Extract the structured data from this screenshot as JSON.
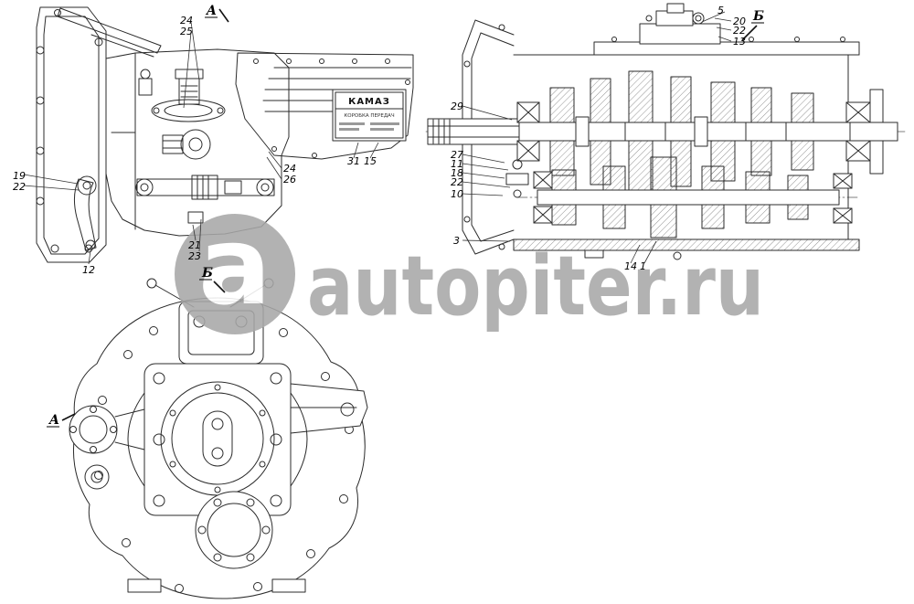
{
  "watermark": {
    "text": "autopiter.ru",
    "logo_letter": "a",
    "color": "#a8a8a8"
  },
  "side_view": {
    "section_label": "A",
    "plate": {
      "brand": "КАМАЗ",
      "caption": "КОРОБКА ПЕРЕДАЧ"
    },
    "callouts": [
      "24",
      "25",
      "24",
      "26",
      "19",
      "22",
      "12",
      "21",
      "23",
      "31",
      "15"
    ]
  },
  "section_view": {
    "section_label": "Б",
    "callouts": [
      "5",
      "20",
      "22",
      "13",
      "29",
      "27",
      "11",
      "18",
      "22",
      "10",
      "3",
      "14",
      "1"
    ]
  },
  "front_view": {
    "label_top": "Б",
    "label_left": "A"
  }
}
